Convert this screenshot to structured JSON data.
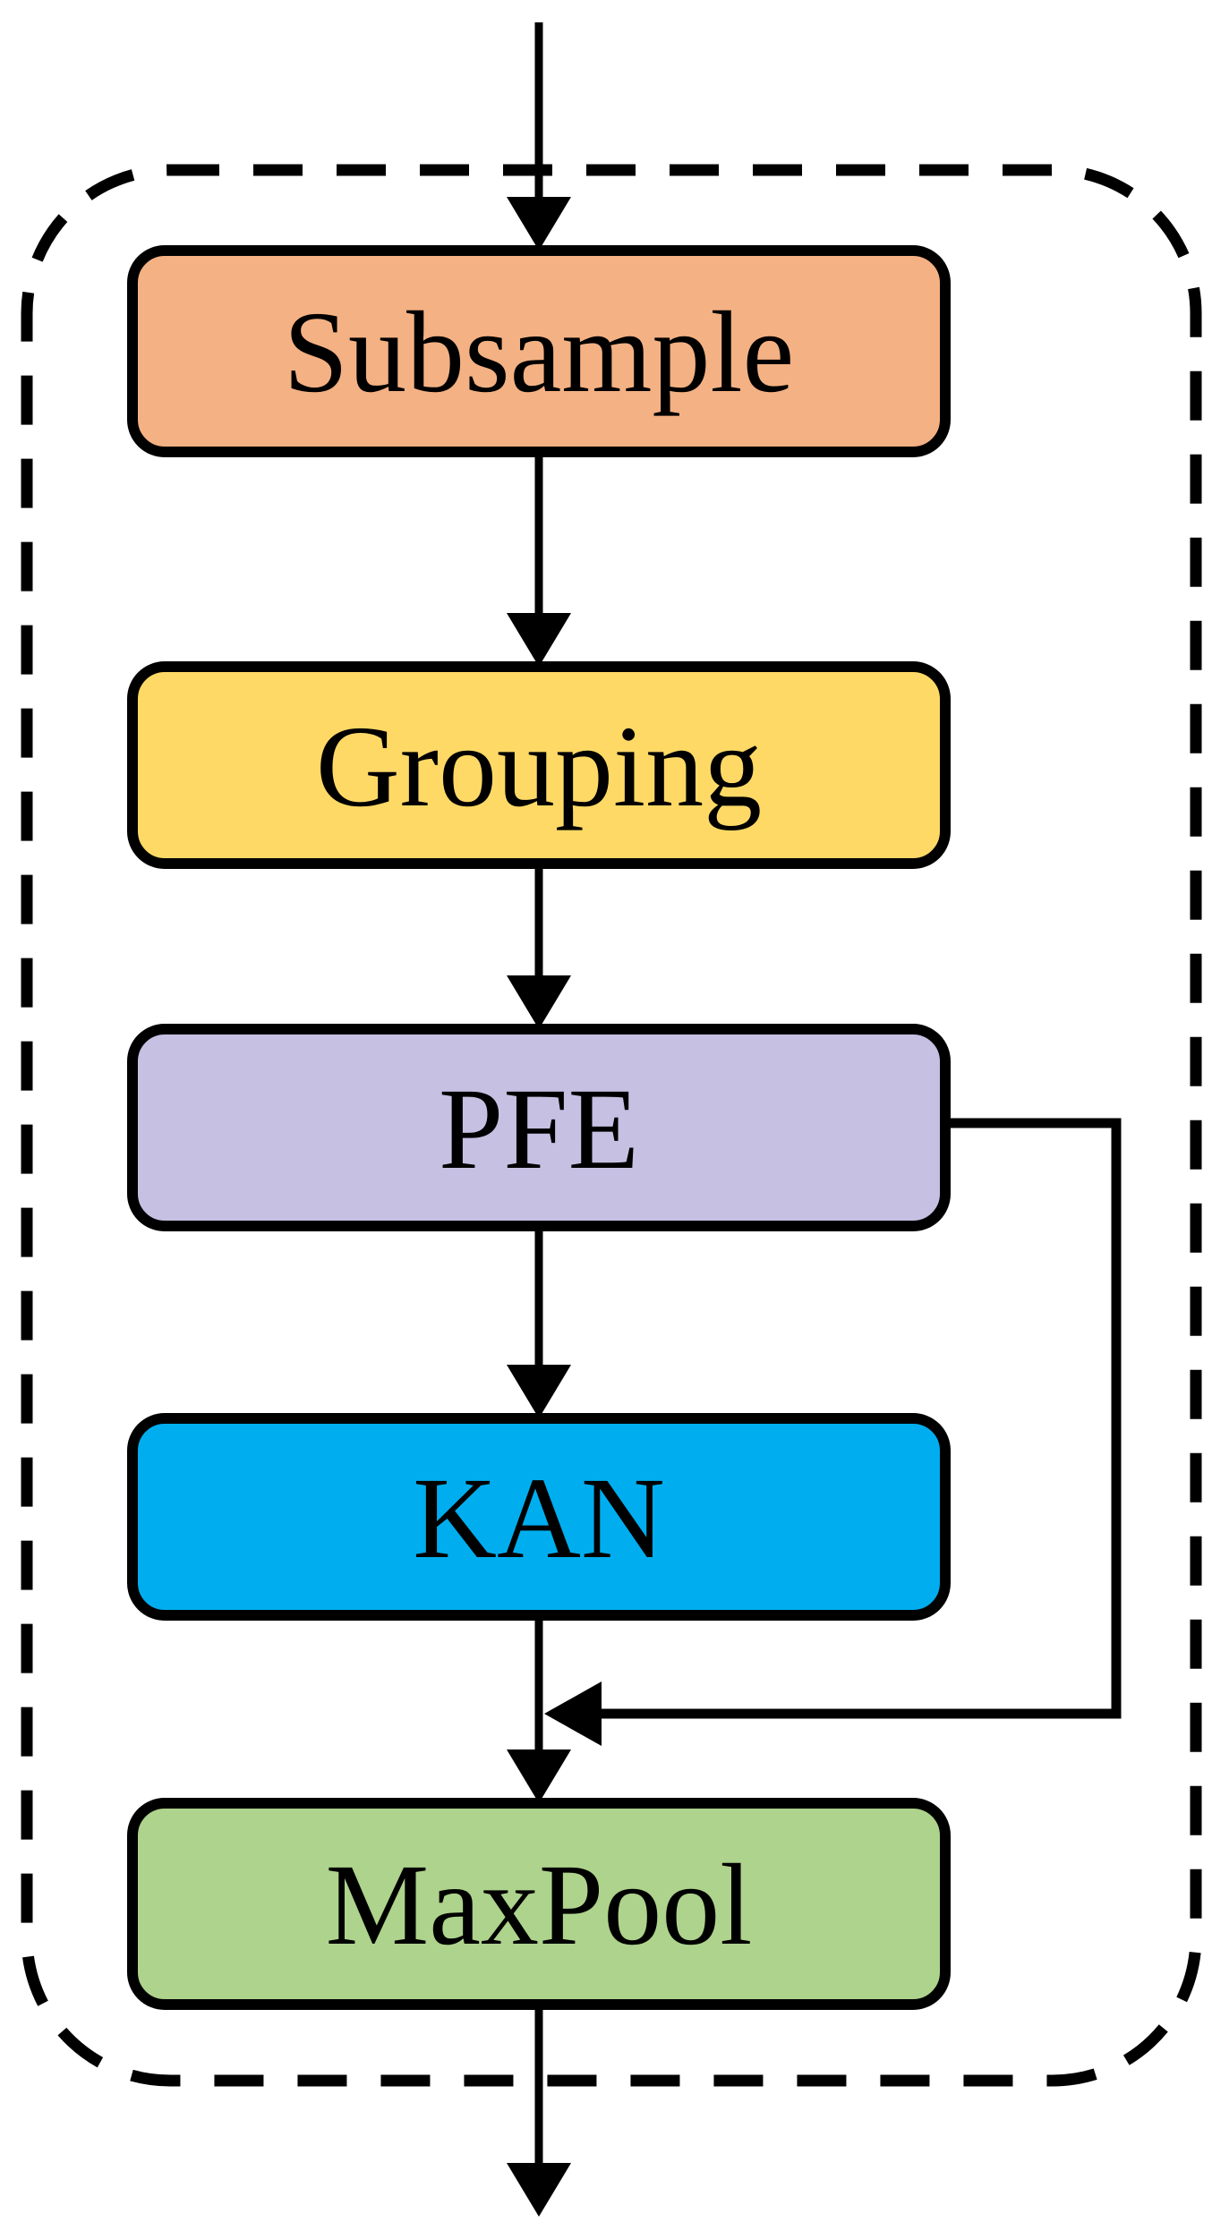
{
  "diagram": {
    "background": "#FFFFFF",
    "line_color": "#000000",
    "text_color": "#000000",
    "container_box": {
      "style": "dashed rounded rectangle",
      "stroke": "#000000"
    },
    "nodes": [
      {
        "id": "subsample",
        "label": "Subsample",
        "fill": "#F4B183"
      },
      {
        "id": "grouping",
        "label": "Grouping",
        "fill": "#FED966"
      },
      {
        "id": "pfe",
        "label": "PFE",
        "fill": "#C6C0E2"
      },
      {
        "id": "kan",
        "label": "KAN",
        "fill": "#00AEEF"
      },
      {
        "id": "maxpool",
        "label": "MaxPool",
        "fill": "#AED38C"
      }
    ],
    "edges": [
      {
        "from": "input",
        "to": "subsample",
        "type": "arrow"
      },
      {
        "from": "subsample",
        "to": "grouping",
        "type": "arrow"
      },
      {
        "from": "grouping",
        "to": "pfe",
        "type": "arrow"
      },
      {
        "from": "pfe",
        "to": "kan",
        "type": "arrow"
      },
      {
        "from": "kan",
        "to": "maxpool",
        "type": "arrow"
      },
      {
        "from": "pfe",
        "to": "kan-maxpool-junction",
        "type": "skip-connection"
      },
      {
        "from": "maxpool",
        "to": "output",
        "type": "arrow"
      }
    ]
  }
}
